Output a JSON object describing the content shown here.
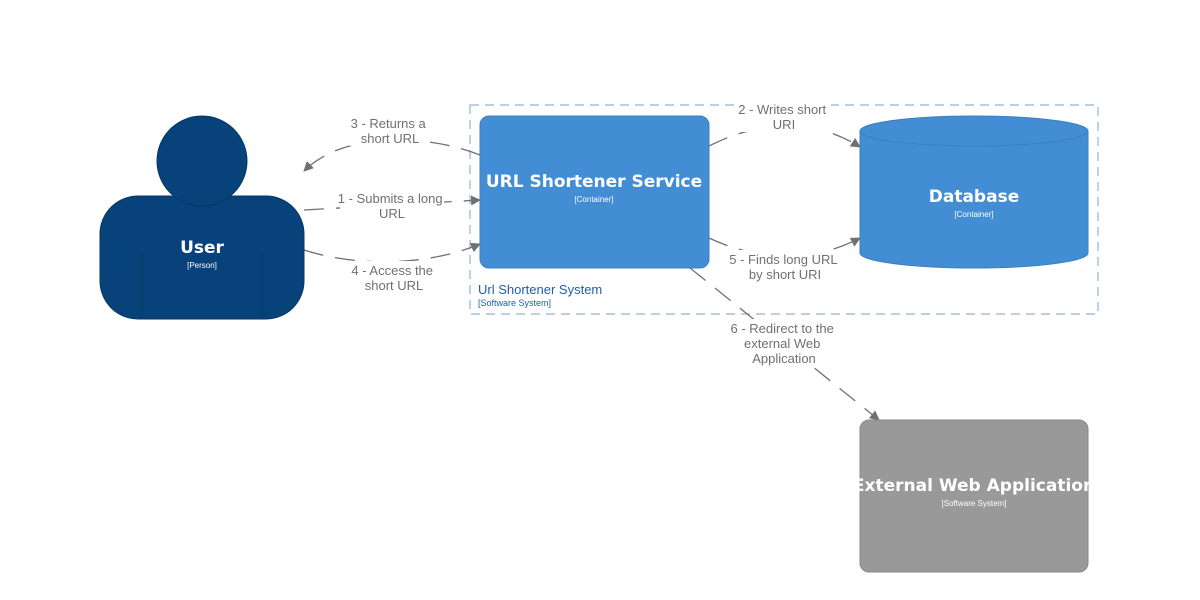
{
  "boundary": {
    "title": "Url Shortener System",
    "subtitle": "[Software System]"
  },
  "nodes": {
    "user": {
      "title": "User",
      "subtitle": "[Person]"
    },
    "service": {
      "title": "URL Shortener Service",
      "subtitle": "[Container]"
    },
    "database": {
      "title": "Database",
      "subtitle": "[Container]"
    },
    "external": {
      "title": "External Web Application",
      "subtitle": "[Software System]"
    }
  },
  "relationships": {
    "r1": [
      "1 - Submits a long",
      "URL"
    ],
    "r2": [
      "2 - Writes short",
      "URI"
    ],
    "r3": [
      "3 - Returns a",
      "short URL"
    ],
    "r4": [
      "4 - Access the",
      "short URL"
    ],
    "r5": [
      "5 - Finds long URL",
      "by short URI"
    ],
    "r6": [
      "6 - Redirect to the",
      "external Web",
      "Application"
    ]
  },
  "colors": {
    "person": "#08427b",
    "container": "#438dd5",
    "external_system": "#999999",
    "relationship": "#707070",
    "boundary": "#8fb4d6"
  }
}
